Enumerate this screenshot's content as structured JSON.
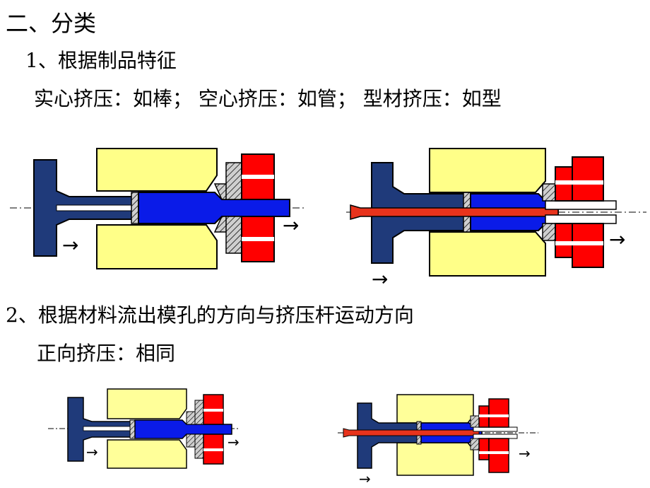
{
  "heading": "二、分类",
  "section1": {
    "title": "1、根据制品特征",
    "types_line": "实心挤压：如棒；   空心挤压：如管；   型材挤压：如型"
  },
  "section2": {
    "title": "2、根据材料流出模孔的方向与挤压杆运动方向",
    "forward_line": "正向挤压：相同"
  },
  "figures": [
    {
      "id": "solid-extrusion-large",
      "arrow": "→"
    },
    {
      "id": "hollow-extrusion-large",
      "arrow": "→"
    },
    {
      "id": "solid-extrusion-small",
      "arrow": "→"
    },
    {
      "id": "hollow-extrusion-small",
      "arrow": "→"
    }
  ],
  "colors": {
    "ram": "#1f3a7a",
    "container": "#ffff88",
    "billet": "#0a1be8",
    "die": "#ff0000",
    "mandrel": "#e8331c",
    "outline": "#000000"
  }
}
